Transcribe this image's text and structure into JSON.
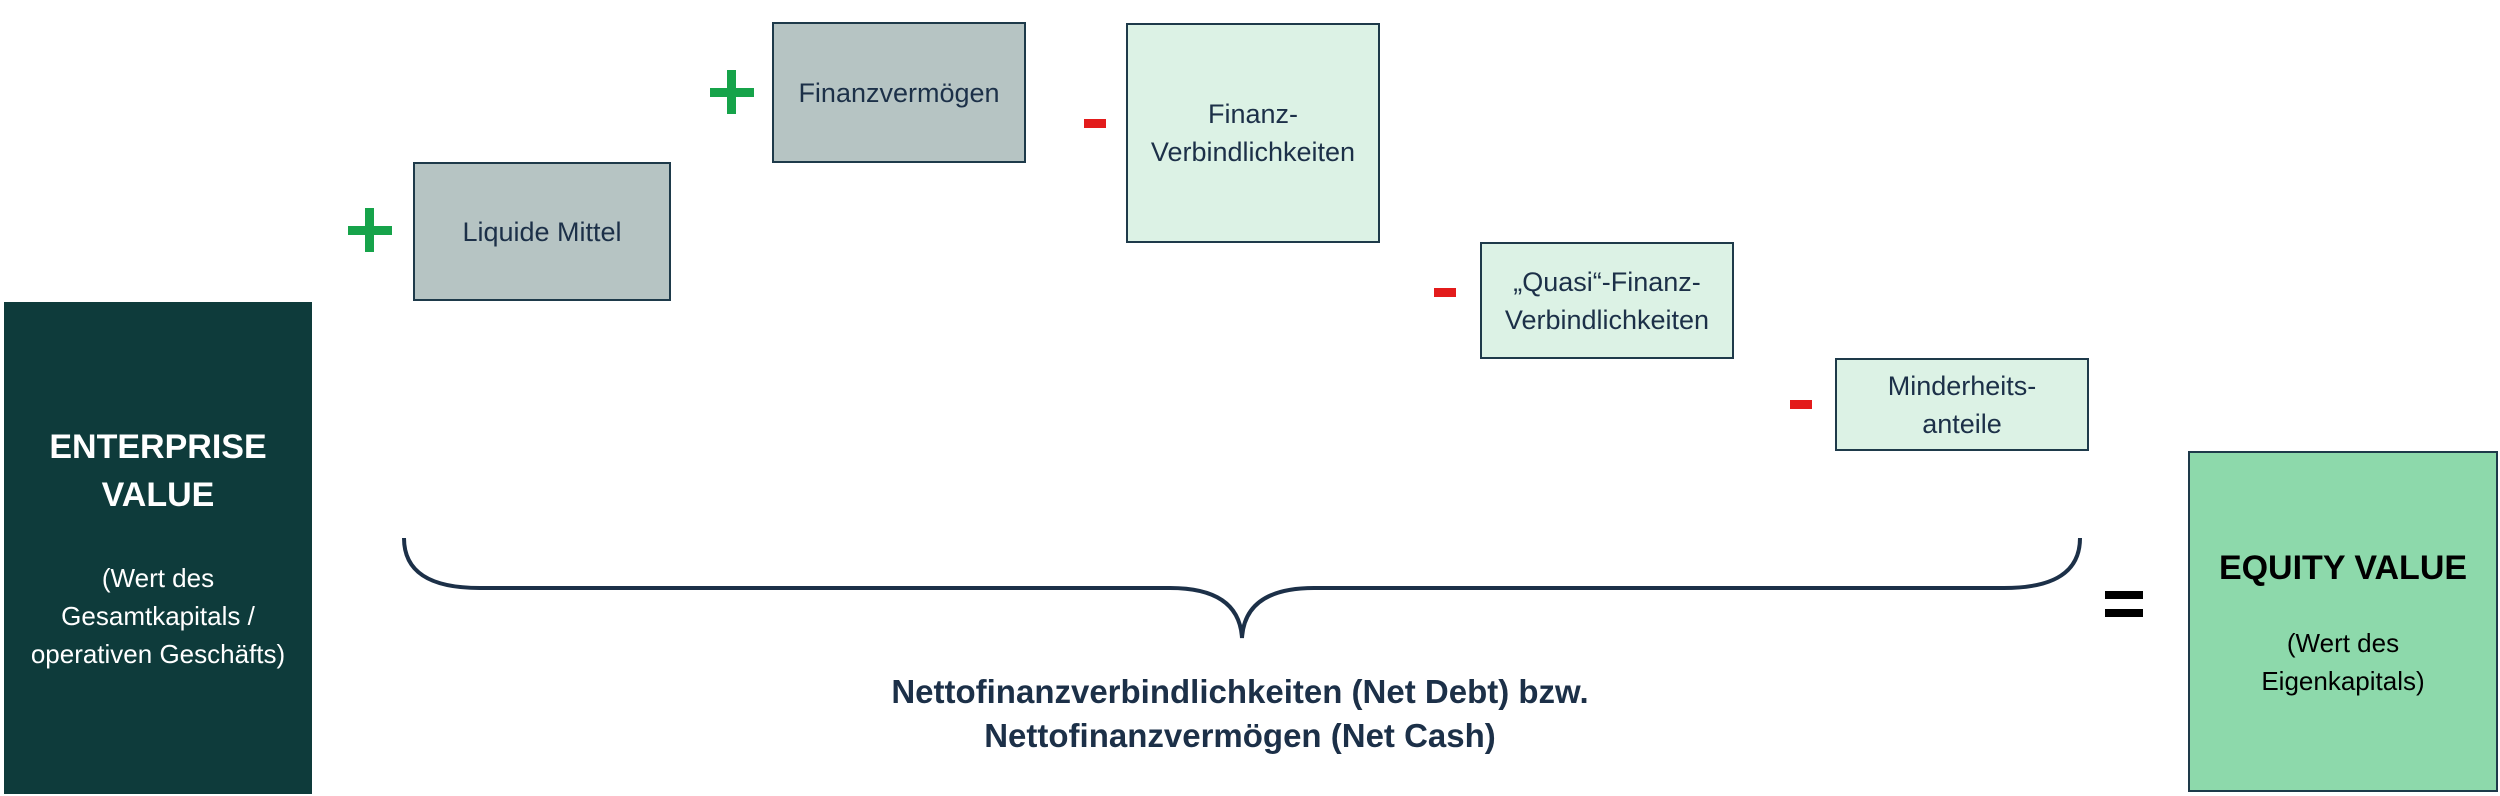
{
  "enterprise_value": {
    "title": "ENTERPRISE\nVALUE",
    "subtitle": "(Wert des\nGesamtkapitals /\noperativen Geschäfts)",
    "color": "#0e3b3b"
  },
  "items": [
    {
      "id": "liquide-mittel",
      "label": "Liquide Mittel",
      "sign": "+"
    },
    {
      "id": "finanzvermoegen",
      "label": "Finanzvermögen",
      "sign": "+"
    },
    {
      "id": "finanz-verbindlichkeiten",
      "label": "Finanz-\nVerbindlichkeiten",
      "sign": "-"
    },
    {
      "id": "quasi-finanz-verbindlichkeiten",
      "label": "„Quasi“-Finanz-\nVerbindlichkeiten",
      "sign": "-"
    },
    {
      "id": "minderheitsanteile",
      "label": "Minderheits-\nanteile",
      "sign": "-"
    }
  ],
  "equity_value": {
    "title": "EQUITY VALUE",
    "subtitle": "(Wert des\nEigenkapitals)",
    "color": "#8dd9ab"
  },
  "equals_sign": "=",
  "brace_label": {
    "line1": "Nettofinanzverbindlichkeiten (Net Debt) bzw.",
    "line2": "Nettofinanzvermögen (Net Cash)"
  },
  "colors": {
    "plus": "#16a34a",
    "minus": "#e31b1b",
    "asset_box": "#b6c4c3",
    "liability_box": "#dcf2e5",
    "brace": "#1c3048"
  }
}
